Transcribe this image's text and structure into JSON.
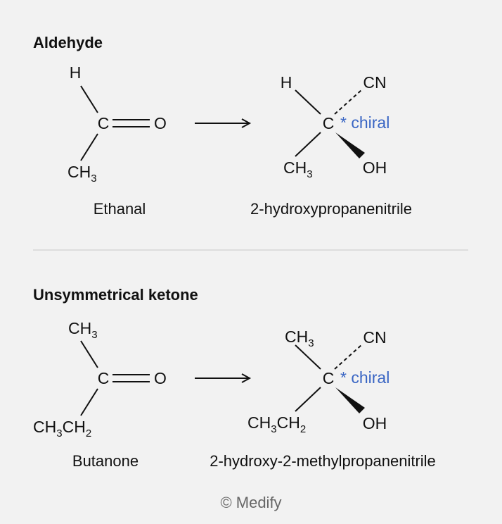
{
  "sections": [
    {
      "title": "Aldehyde",
      "reactant": {
        "name": "Ethanal",
        "top": "H",
        "top_sub": "",
        "center": "C",
        "right": "O",
        "bottom": "CH",
        "bottom_sub": "3",
        "bottom_tail": "",
        "bottom_tail_sub": ""
      },
      "product": {
        "name": "2-hydroxypropanenitrile",
        "top_left": "H",
        "top_left_sub": "",
        "top_right": "CN",
        "center": "C",
        "chiral_mark": "* chiral",
        "bottom_left": "CH",
        "bottom_left_sub": "3",
        "bottom_left_tail": "",
        "bottom_left_tail_sub": "",
        "bottom_right": "OH"
      }
    },
    {
      "title": "Unsymmetrical ketone",
      "reactant": {
        "name": "Butanone",
        "top": "CH",
        "top_sub": "3",
        "center": "C",
        "right": "O",
        "bottom": "CH",
        "bottom_sub": "3",
        "bottom_tail": "CH",
        "bottom_tail_sub": "2"
      },
      "product": {
        "name": "2-hydroxy-2-methylpropanenitrile",
        "top_left": "CH",
        "top_left_sub": "3",
        "top_right": "CN",
        "center": "C",
        "chiral_mark": "* chiral",
        "bottom_left": "CH",
        "bottom_left_sub": "3",
        "bottom_left_tail": "CH",
        "bottom_left_tail_sub": "2",
        "bottom_right": "OH"
      }
    }
  ],
  "copyright": "© Medify",
  "colors": {
    "background": "#f2f2f2",
    "chiral": "#3a66c4"
  }
}
